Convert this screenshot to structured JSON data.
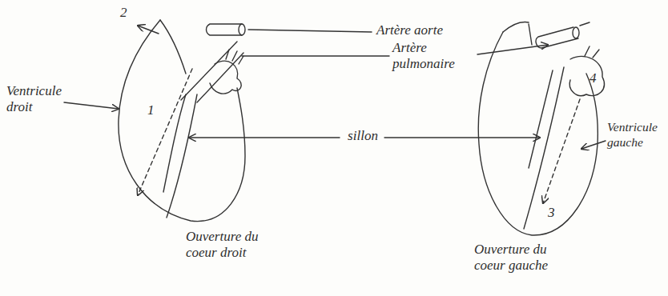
{
  "diagram": {
    "labels": [
      "2",
      "Artère aorte",
      "Artère pulmonaire",
      "Ventricule droit",
      "1",
      "sillon",
      "Ventricule gauche",
      "4",
      "3",
      "Ouverture du coeur droit",
      "Ouverture du coeur gauche"
    ]
  }
}
